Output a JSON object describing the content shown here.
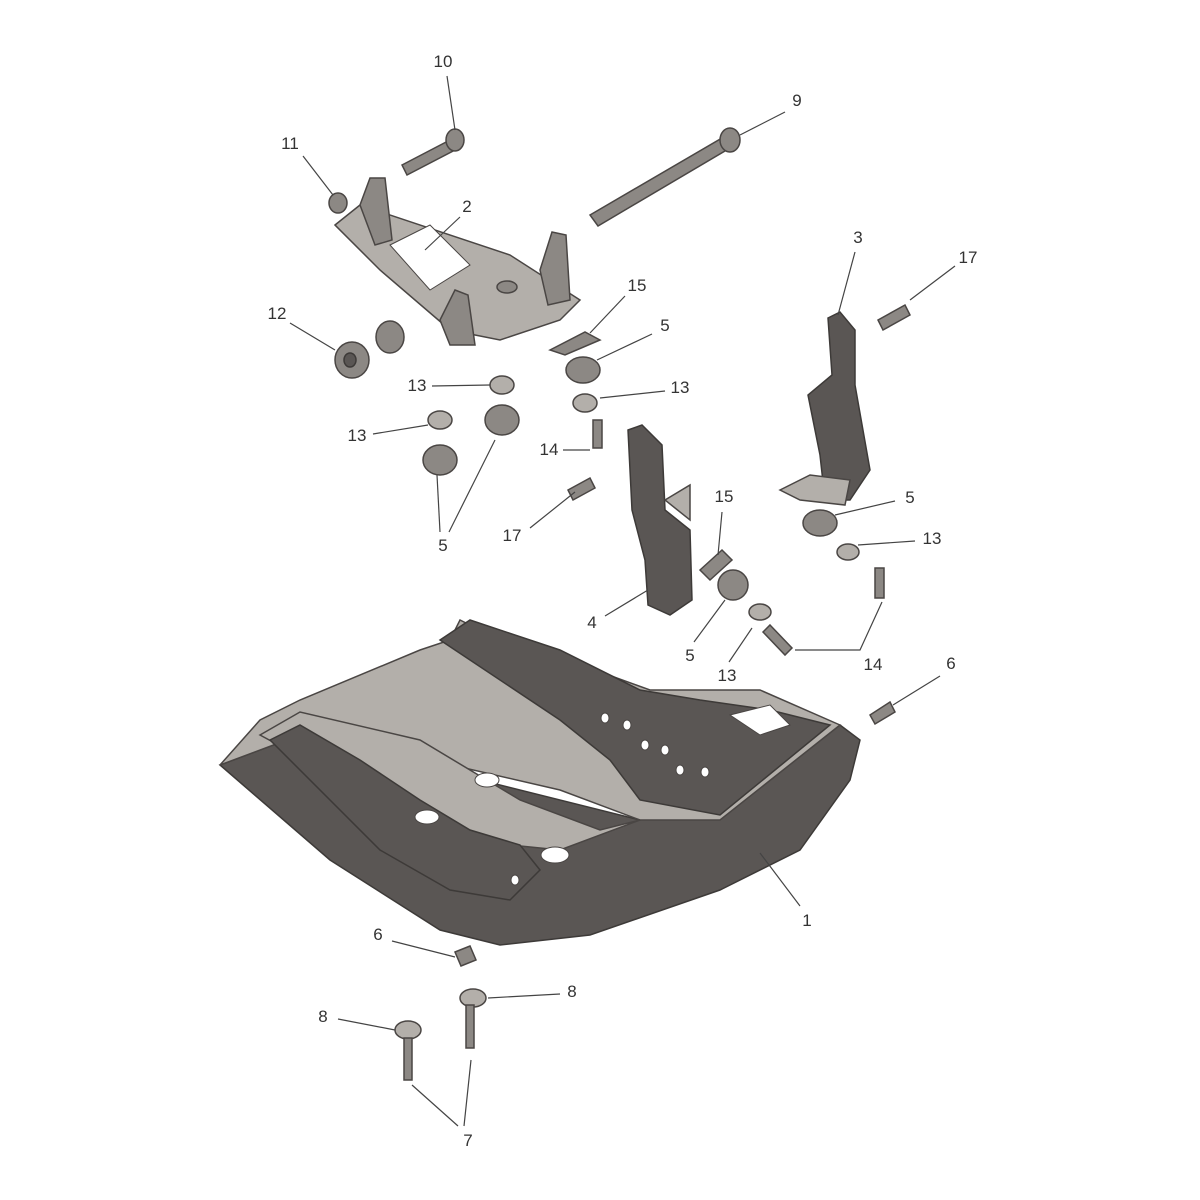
{
  "diagram": {
    "title": "",
    "callouts": [
      "10",
      "9",
      "11",
      "2",
      "3",
      "17",
      "15",
      "5",
      "12",
      "13",
      "13",
      "13",
      "14",
      "17",
      "5",
      "15",
      "5",
      "13",
      "4",
      "5",
      "13",
      "14",
      "6",
      "1",
      "6",
      "8",
      "8",
      "7"
    ]
  }
}
